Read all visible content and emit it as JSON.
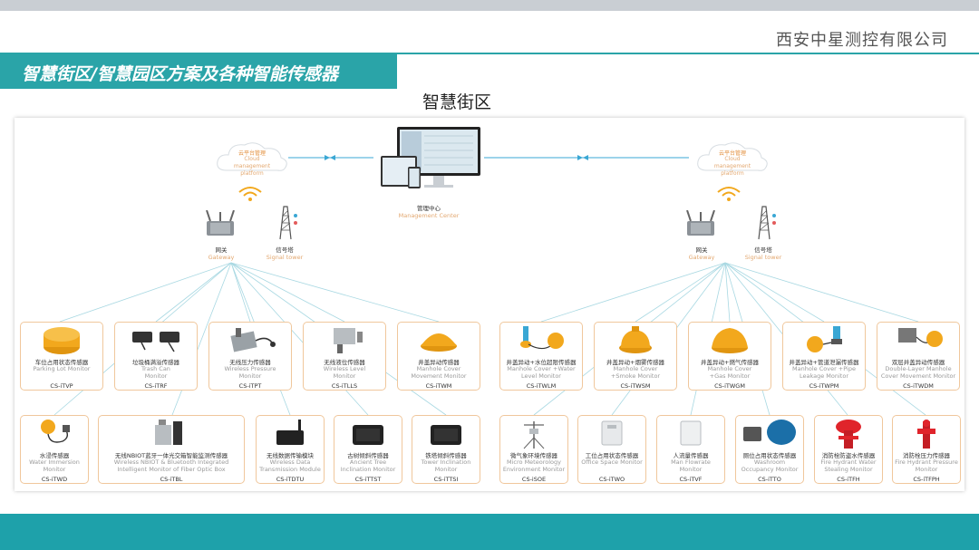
{
  "header": {
    "company": "西安中星测控有限公司",
    "title": "智慧街区/智慧园区方案及各种智能传感器",
    "subtitle": "智慧街区"
  },
  "center": {
    "cn": "管理中心",
    "en": "Management Center"
  },
  "left_hub": {
    "cloud_cn": "云平台管理",
    "cloud_en": "Cloud management platform",
    "gateway_cn": "网关",
    "gateway_en": "Gateway",
    "tower_cn": "信号塔",
    "tower_en": "Signal tower"
  },
  "right_hub": {
    "cloud_cn": "云平台管理",
    "cloud_en": "Cloud management platform",
    "gateway_cn": "网关",
    "gateway_en": "Gateway",
    "tower_cn": "信号塔",
    "tower_en": "Signal tower"
  },
  "row1": [
    {
      "cn": "车位占用状态传感器",
      "en": "Parking Lot Monitor",
      "code": "CS-iTVP"
    },
    {
      "cn": "垃圾桶满溢传感器",
      "en": "Trash Can Monitor",
      "code": "CS-iTRF"
    },
    {
      "cn": "无线压力传感器",
      "en": "Wireless Pressure Monitor",
      "code": "CS-iTPT"
    },
    {
      "cn": "无线液位传感器",
      "en": "Wireless Level Monitor",
      "code": "CS-iTLLS"
    },
    {
      "cn": "井盖异动传感器",
      "en": "Manhole Cover Movement Monitor",
      "code": "CS-iTWM"
    },
    {
      "cn": "井盖异动+水位超限传感器",
      "en": "Manhole Cover +Water Level Monitor",
      "code": "CS-iTWLM"
    },
    {
      "cn": "井盖异动+烟雾传感器",
      "en": "Manhole Cover +Smoke Monitor",
      "code": "CS-iTWSM"
    },
    {
      "cn": "井盖异动+燃气传感器",
      "en": "Manhole Cover +Gas Monitor",
      "code": "CS-iTWGM"
    },
    {
      "cn": "井盖异动+管道泄漏传感器",
      "en": "Manhole Cover +Pipe Leakage Monitor",
      "code": "CS-iTWPM"
    },
    {
      "cn": "双层井盖异动传感器",
      "en": "Double-Layer Manhole Cover Movement Monitor",
      "code": "CS-iTWDM"
    }
  ],
  "row2": [
    {
      "cn": "水浸传感器",
      "en": "Water Immersion Monitor",
      "code": "CS-iTWD"
    },
    {
      "cn": "无线NBIOT蓝牙一体光交箱智能监测传感器",
      "en": "Wireless NBIOT & Bluetooth Integrated Intelligent Monitor of Fiber Optic Box",
      "code": "CS-iTBL"
    },
    {
      "cn": "无线数据传输模块",
      "en": "Wireless Data Transmission Module",
      "code": "CS-iTDTU"
    },
    {
      "cn": "古树倾斜传感器",
      "en": "Ancient Tree Inclination Monitor",
      "code": "CS-iTTST"
    },
    {
      "cn": "铁塔倾斜传感器",
      "en": "Tower Inclination Monitor",
      "code": "CS-iTTSI"
    },
    {
      "cn": "微气象环境传感器",
      "en": "Micro Meteorology Environment Monitor",
      "code": "CS-iSOE"
    },
    {
      "cn": "工位占用状态传感器",
      "en": "Office Space Monitor",
      "code": "CS-iTWO"
    },
    {
      "cn": "人流量传感器",
      "en": "Man Flowrate Monitor",
      "code": "CS-iTVF"
    },
    {
      "cn": "厕位占用状态传感器",
      "en": "Washroom Occupancy Monitor",
      "code": "CS-iTTO"
    },
    {
      "cn": "消防栓防盗水传感器",
      "en": "Fire Hydrant Water Stealing Monitor",
      "code": "CS-iTFH"
    },
    {
      "cn": "消防栓压力传感器",
      "en": "Fire Hydrant Pressure Monitor",
      "code": "CS-iTFPH"
    }
  ],
  "colors": {
    "accent": "#2aa4a8",
    "footer": "#1ea1aa",
    "card_border": "#f0c79c",
    "orange": "#f2a81d"
  }
}
